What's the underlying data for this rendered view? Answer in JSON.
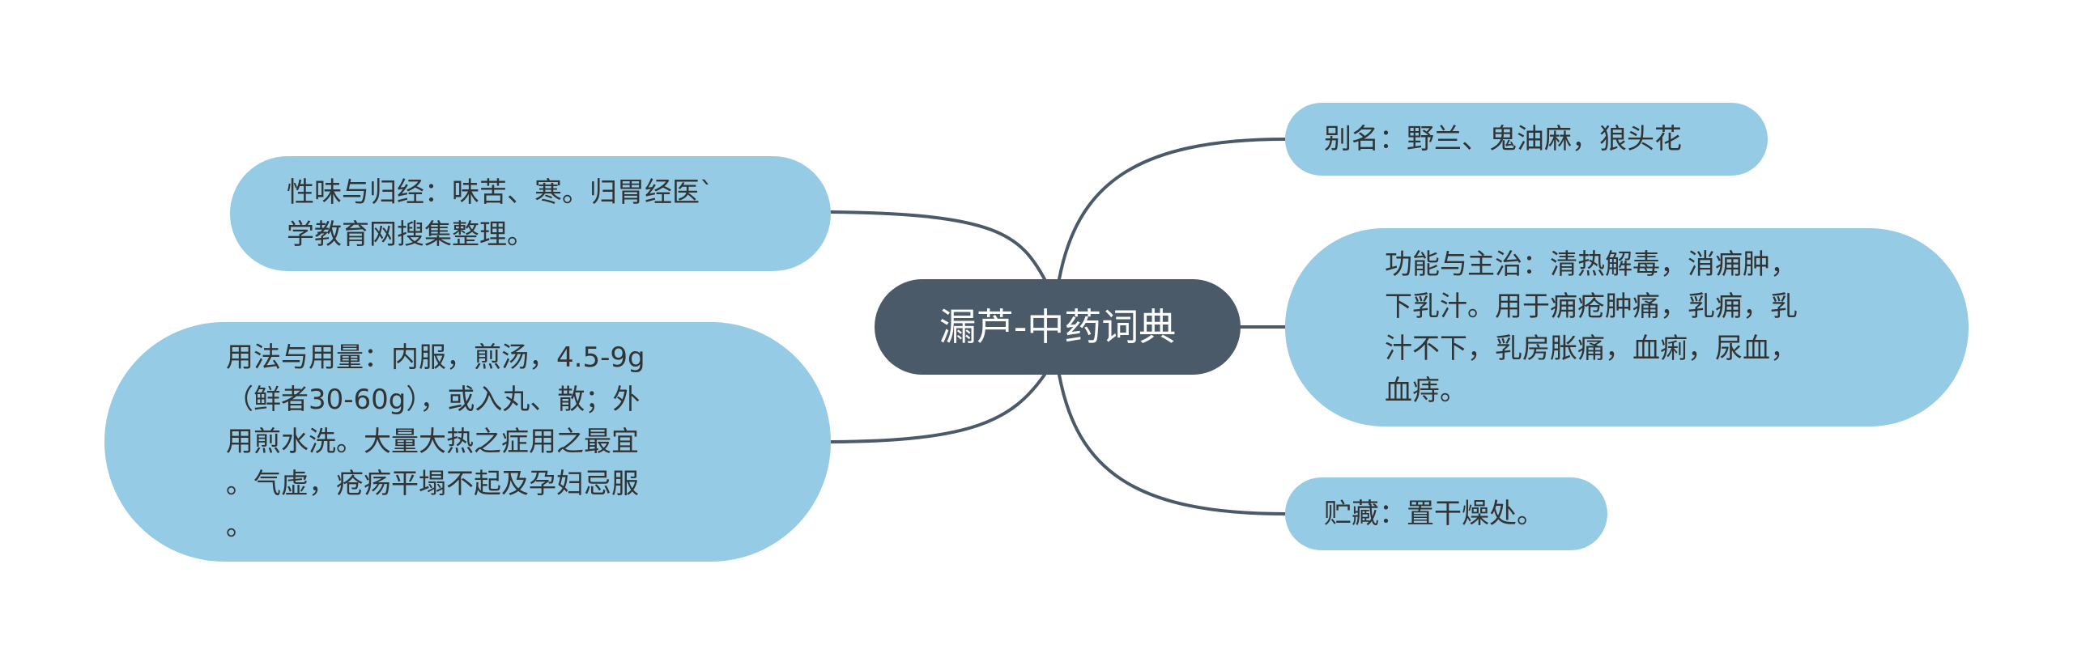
{
  "mindmap": {
    "central": "漏芦-中药词典",
    "left": [
      {
        "id": "xingwei",
        "text": "性味与归经：味苦、寒。归胃经医`\n学教育网搜集整理。"
      },
      {
        "id": "yongfa",
        "text": "用法与用量：内服，煎汤，4.5-9g\n（鲜者30-60g），或入丸、散；外\n用煎水洗。大量大热之症用之最宜\n。气虚，疮疡平塌不起及孕妇忌服\n。"
      }
    ],
    "right": [
      {
        "id": "bieming",
        "text": "别名：野兰、鬼油麻，狼头花"
      },
      {
        "id": "gongneng",
        "text": "功能与主治：清热解毒，消痈肿，\n下乳汁。用于痈疮肿痛，乳痈，乳\n汁不下，乳房胀痛，血痢，尿血，\n血痔。"
      },
      {
        "id": "zhucang",
        "text": "贮藏：置干燥处。"
      }
    ]
  },
  "colors": {
    "central_fill": "#4b5a69",
    "central_text": "#ffffff",
    "topic_fill": "#95cbe4",
    "topic_text": "#333333",
    "connector": "#4b5a69"
  }
}
